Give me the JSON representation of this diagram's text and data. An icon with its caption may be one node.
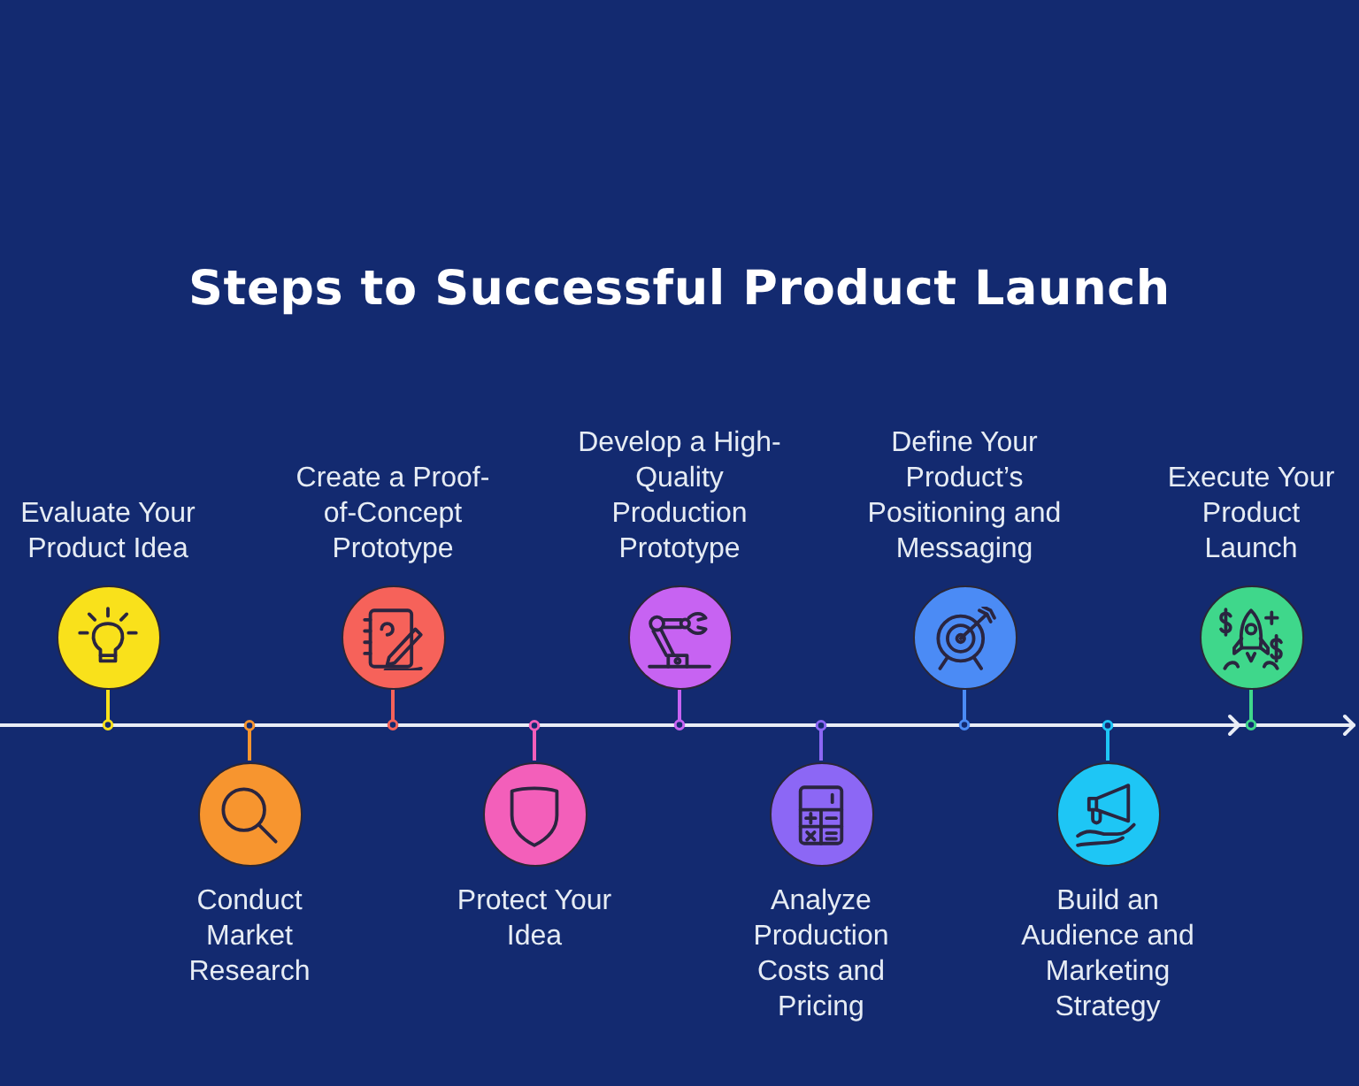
{
  "diagram": {
    "title": "Steps to Successful Product Launch",
    "nodes": [
      {
        "text": [
          "Evaluate Your Product Idea"
        ]
      },
      {
        "text": [
          "Conduct Market Research"
        ]
      },
      {
        "text": [
          "Create a Proof-of-Concept Prototype"
        ]
      },
      {
        "text": [
          "Protect Your Idea"
        ]
      },
      {
        "text": [
          "Develop a High-Quality Production Prototype"
        ]
      },
      {
        "text": [
          "Analyze Production Costs and Pricing"
        ]
      },
      {
        "text": [
          "Define Your Product’s Positioning and Messaging"
        ]
      },
      {
        "text": [
          "Build an Audience and Marketing Strategy"
        ]
      },
      {
        "text": [
          "Execute Your Product Launch"
        ]
      }
    ]
  }
}
